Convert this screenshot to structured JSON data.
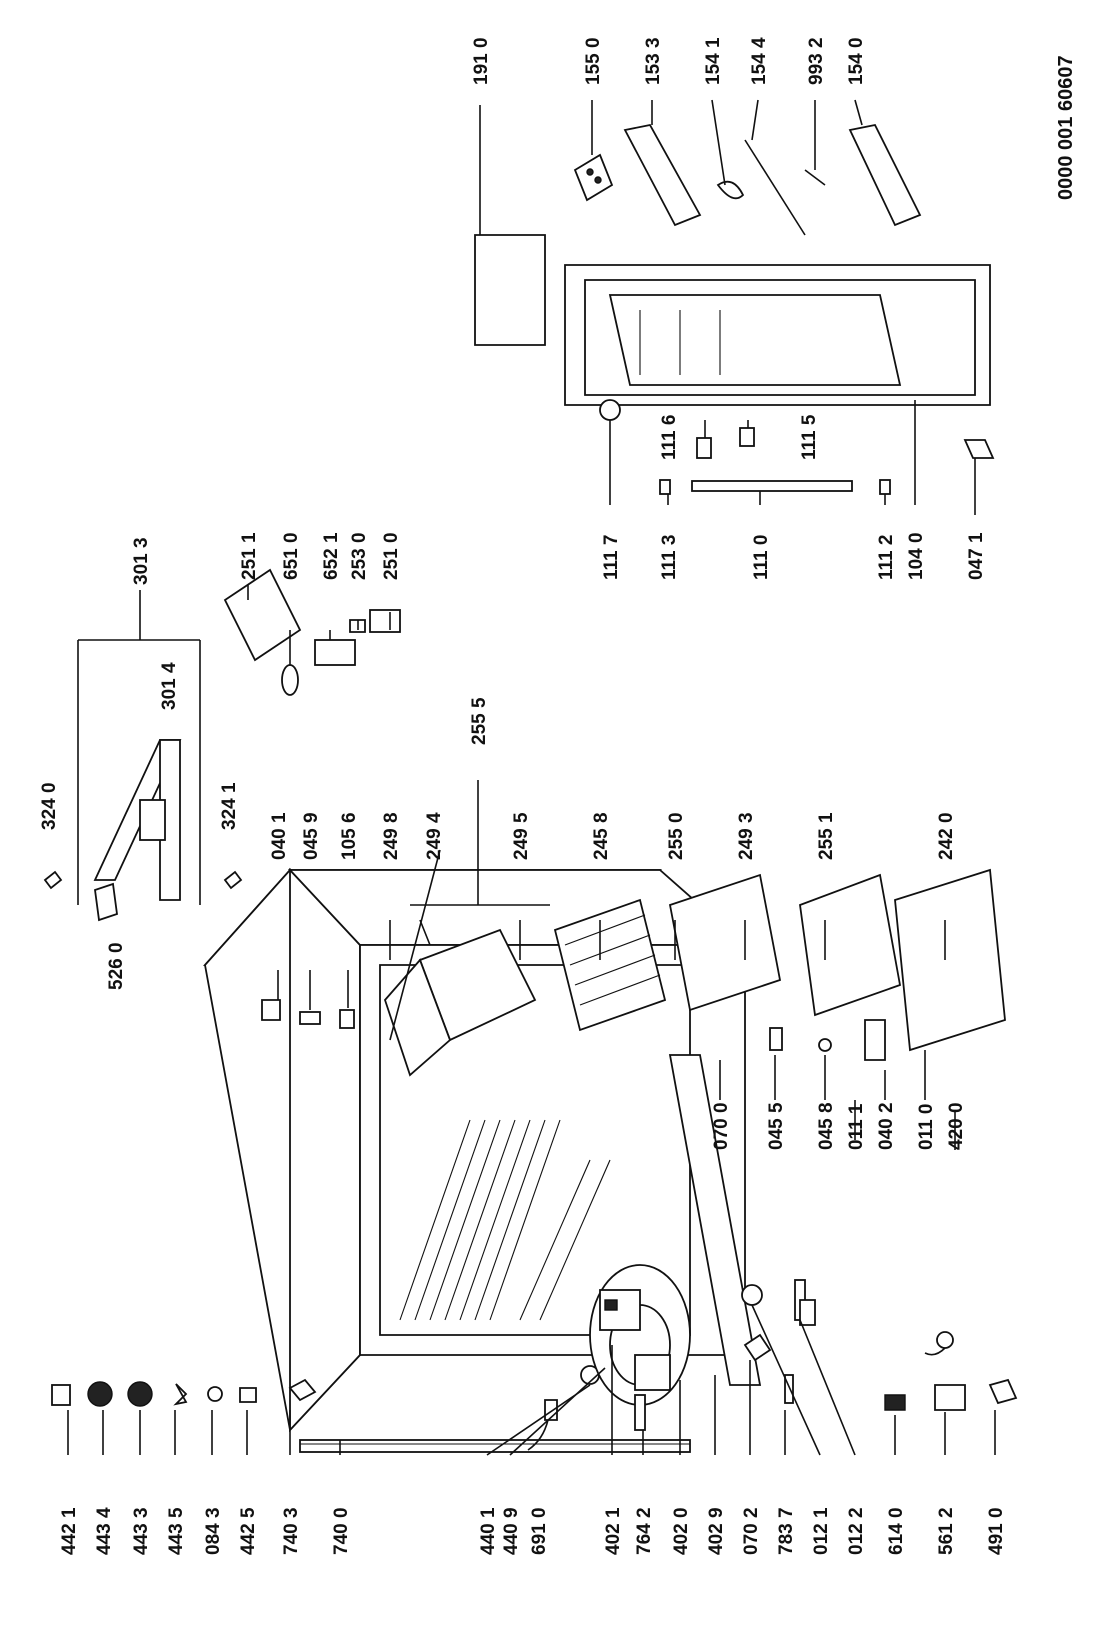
{
  "document_number": "0000 001 60607",
  "parts": {
    "p4421": "442 1",
    "p4434": "443 4",
    "p4433": "443 3",
    "p4435": "443 5",
    "p0843": "084 3",
    "p4425": "442 5",
    "p7403": "740 3",
    "p7400": "740 0",
    "p4401": "440 1",
    "p4409": "440 9",
    "p6910": "691 0",
    "p4021": "402 1",
    "p7642": "764 2",
    "p4020": "402 0",
    "p4029": "402 9",
    "p0702": "070 2",
    "p7837": "783 7",
    "p0121": "012 1",
    "p0122": "012 2",
    "p6140": "614 0",
    "p5612": "561 2",
    "p4910": "491 0",
    "p5260": "526 0",
    "p3240": "324 0",
    "p3241": "324 1",
    "p3014": "301 4",
    "p3013": "301 3",
    "p0401": "040 1",
    "p0459": "045 9",
    "p1056": "105 6",
    "p2498": "249 8",
    "p2494": "249 4",
    "p2495": "249 5",
    "p2555": "255 5",
    "p2458": "245 8",
    "p2550": "255 0",
    "p2493": "249 3",
    "p2551": "255 1",
    "p2420": "242 0",
    "p0700": "070 0",
    "p0455": "045 5",
    "p0458": "045 8",
    "p0111": "011 1",
    "p0402": "040 2",
    "p0110": "011 0",
    "p4200": "420 0",
    "p2511": "251 1",
    "p6510": "651 0",
    "p6521": "652 1",
    "p2530": "253 0",
    "p2510": "251 0",
    "p1117": "111 7",
    "p1113": "111 3",
    "p1110": "111 0",
    "p1112": "111 2",
    "p1040": "104 0",
    "p0471": "047 1",
    "p1116": "111 6",
    "p1115": "111 5",
    "p1910": "191 0",
    "p1550": "155 0",
    "p1533": "153 3",
    "p1541": "154 1",
    "p1544": "154 4",
    "p9932": "993 2",
    "p1540": "154 0"
  }
}
